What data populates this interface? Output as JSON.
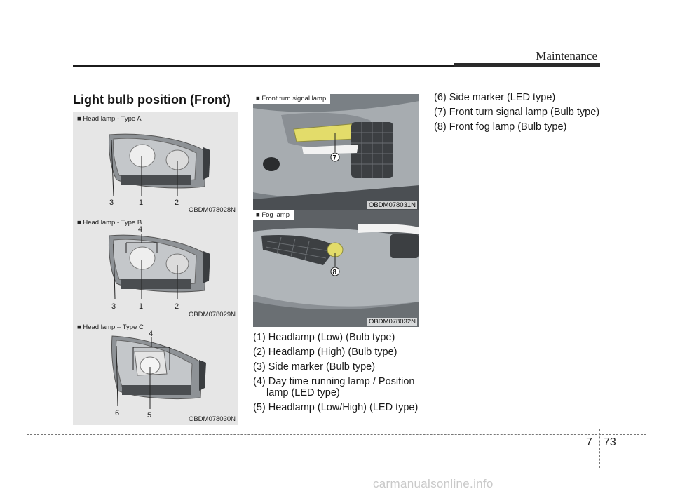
{
  "header": {
    "section_title": "Maintenance"
  },
  "page_title": "Light bulb position (Front)",
  "panels": [
    {
      "label": "■ Head lamp - Type A",
      "code": "OBDM078028N",
      "callouts": [
        "3",
        "1",
        "2"
      ]
    },
    {
      "label": "■ Head lamp - Type B",
      "code": "OBDM078029N",
      "callouts": [
        "4",
        "3",
        "1",
        "2"
      ]
    },
    {
      "label": "■ Head lamp – Type C",
      "code": "OBDM078030N",
      "callouts": [
        "4",
        "6",
        "5"
      ]
    }
  ],
  "photos": [
    {
      "label": "■ Front turn signal lamp",
      "code": "OBDM078031N",
      "callout": "7"
    },
    {
      "label": "■ Fog lamp",
      "code": "OBDM078032N",
      "callout": "8"
    }
  ],
  "bulb_list_left": [
    "(1) Headlamp (Low) (Bulb type)",
    "(2) Headlamp (High) (Bulb type)",
    "(3) Side marker (Bulb type)",
    "(4) Day time running lamp / Position",
    "lamp (LED type)",
    "(5) Headlamp (Low/High) (LED type)"
  ],
  "bulb_list_right": [
    "(6) Side marker (LED type)",
    "(7) Front turn signal lamp (Bulb type)",
    "(8) Front fog lamp (Bulb type)"
  ],
  "footer": {
    "chapter": "7",
    "page": "73"
  },
  "watermark": "carmanualsonline.info",
  "colors": {
    "panel_bg": "#e6e6e6",
    "accent_yellow": "#e3dc6a",
    "rule": "#1b1b1b"
  }
}
